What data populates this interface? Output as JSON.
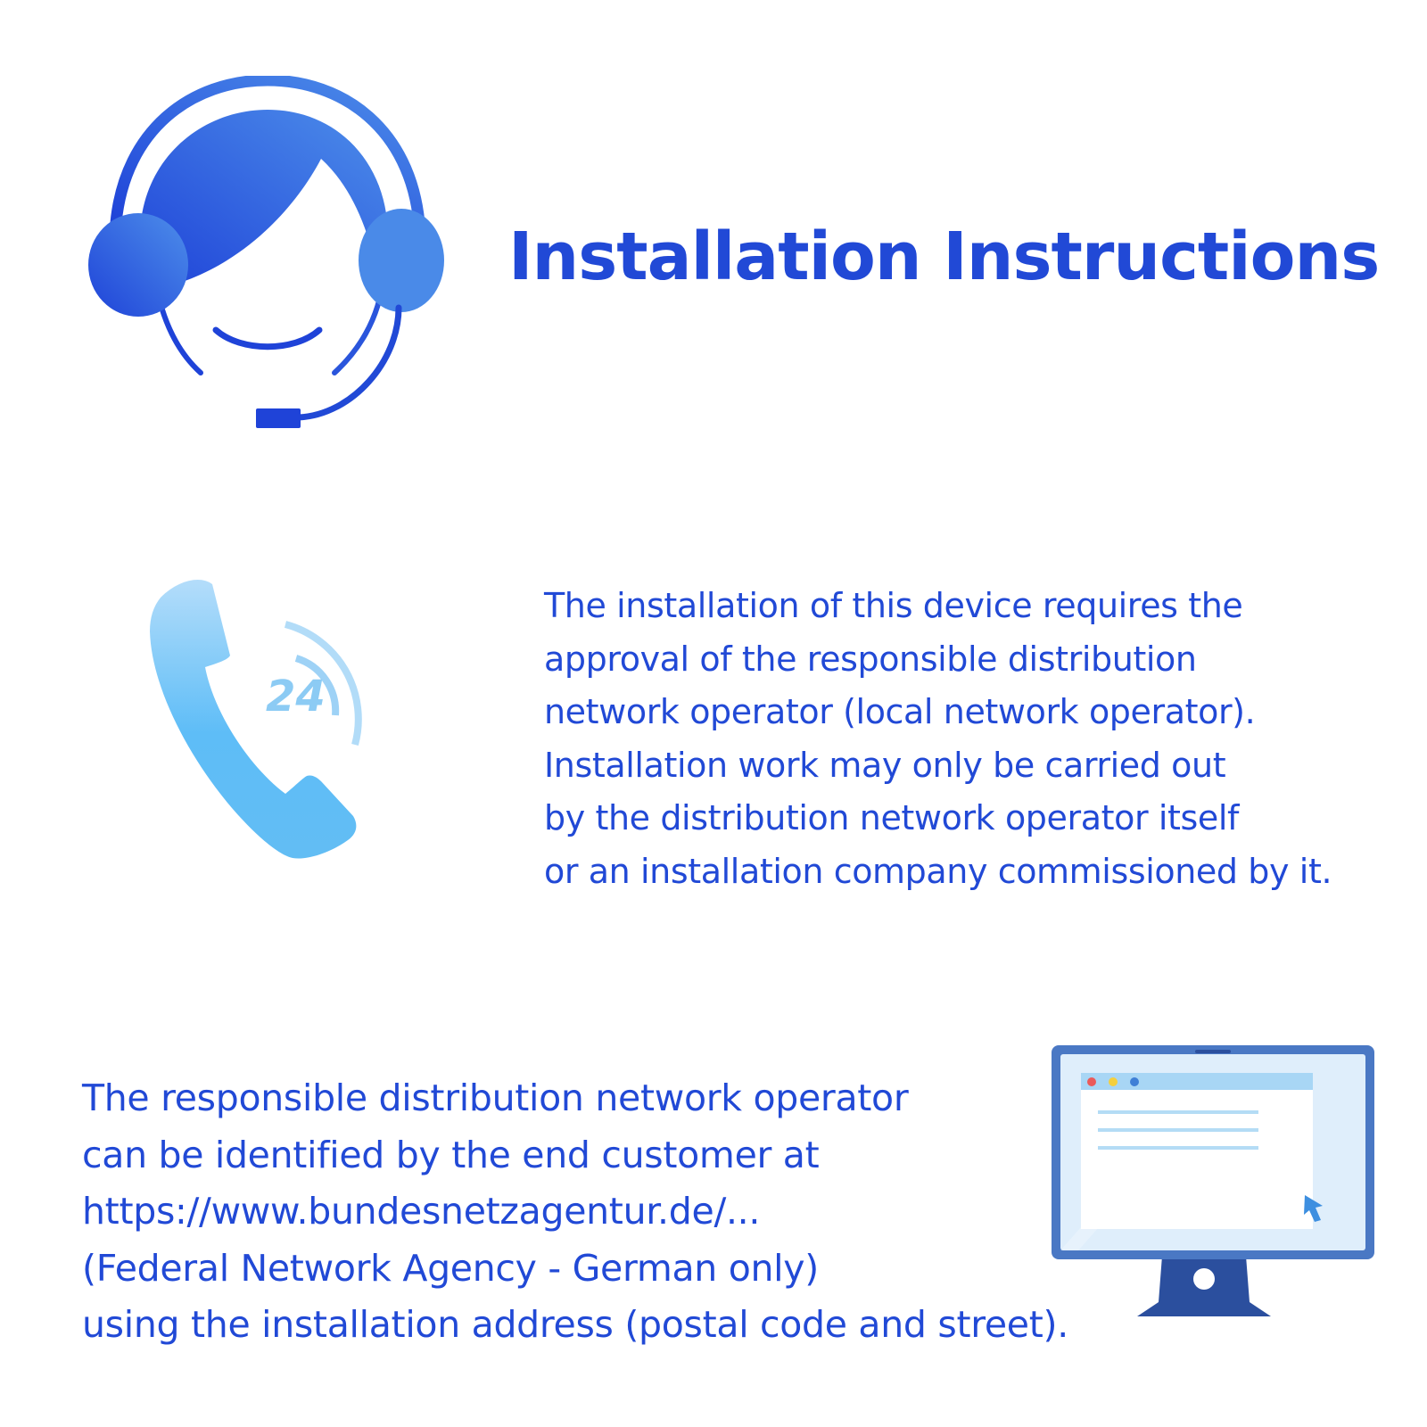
{
  "title": "Installation Instructions",
  "approval_paragraph": {
    "lines": [
      "The installation of this device requires the",
      "approval of the responsible distribution",
      "network operator (local network operator).",
      "Installation work may only be carried out",
      "by the distribution network operator itself",
      "or an installation company commissioned by it."
    ]
  },
  "operator_paragraph": {
    "lines": [
      "The responsible distribution network operator",
      "can be identified by the end customer at",
      "https://www.bundesnetzagentur.de/...",
      "(Federal Network Agency - German only)",
      "using the installation address (postal code and street)."
    ]
  },
  "icons": {
    "headset": "customer-support-headset-icon",
    "phone": "phone-24-hours-icon",
    "monitor": "computer-monitor-browser-icon"
  },
  "phone_badge": "24",
  "colors": {
    "text": "#2149d6",
    "headset_dark": "#2149d6",
    "headset_light": "#4a8ae8",
    "phone_light": "#5cbcf6",
    "monitor_frame": "#4a78c4",
    "monitor_stand": "#2b4f9e"
  }
}
